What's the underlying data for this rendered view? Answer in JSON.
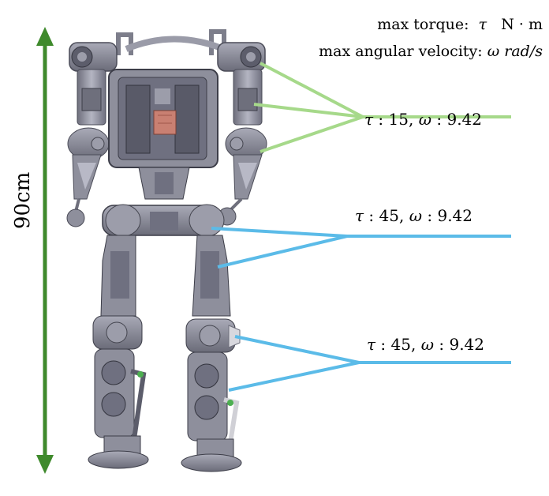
{
  "header": {
    "torque_label": "max torque:",
    "torque_symbol": "τ",
    "torque_unit": "N · m",
    "velocity_label": "max angular velocity:",
    "velocity_symbol": "ω",
    "velocity_unit": "rad/s"
  },
  "height": {
    "label": "90cm",
    "color": "#3f8a2c"
  },
  "specs": [
    {
      "tau_symbol": "τ",
      "tau_value": "15",
      "omega_symbol": "ω",
      "omega_value": "9.42",
      "color": "#a6d98a"
    },
    {
      "tau_symbol": "τ",
      "tau_value": "45",
      "omega_symbol": "ω",
      "omega_value": "9.42",
      "color": "#5bbbe8"
    },
    {
      "tau_symbol": "τ",
      "tau_value": "45",
      "omega_symbol": "ω",
      "omega_value": "9.42",
      "color": "#5bbbe8"
    }
  ],
  "robot": {
    "body_color": "#8e8f9c",
    "dark_color": "#5c5d6b",
    "light_color": "#b8b9c6",
    "accent_color": "#c98072"
  }
}
